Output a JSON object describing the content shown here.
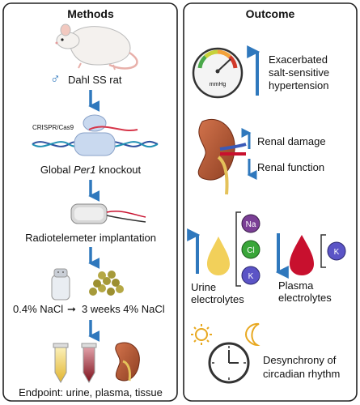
{
  "methods": {
    "title": "Methods",
    "sex_symbol": "♂",
    "rat_label": "Dahl SS rat",
    "crispr_label": "CRISPR/Cas9",
    "knockout_prefix": "Global ",
    "knockout_gene": "Per1",
    "knockout_suffix": " knockout",
    "telemeter_label": "Radiotelemeter implantation",
    "diet_start": "0.4% NaCl",
    "diet_arrow": "➞",
    "diet_end": "3 weeks 4% NaCl",
    "endpoint_label": "Endpoint: urine, plasma, tissue"
  },
  "outcome": {
    "title": "Outcome",
    "gauge_unit": "mmHg",
    "hypertension_lines": [
      "Exacerbated",
      "salt-sensitive",
      "hypertension"
    ],
    "renal_damage": "Renal damage",
    "renal_function": "Renal function",
    "urine_electrolytes": [
      "Na",
      "Cl",
      "K"
    ],
    "urine_label_lines": [
      "Urine",
      "electrolytes"
    ],
    "plasma_electrolytes": [
      "K"
    ],
    "plasma_label_lines": [
      "Plasma",
      "electrolytes"
    ],
    "circadian_lines": [
      "Desynchrony of",
      "circadian rhythm"
    ]
  },
  "colors": {
    "arrow_blue": "#2f78bd",
    "panel_border": "#222222",
    "na": "#7b3f96",
    "cl": "#3aa63a",
    "k": "#5b54c6",
    "urine": "#f2d05a",
    "blood": "#c8102e"
  }
}
